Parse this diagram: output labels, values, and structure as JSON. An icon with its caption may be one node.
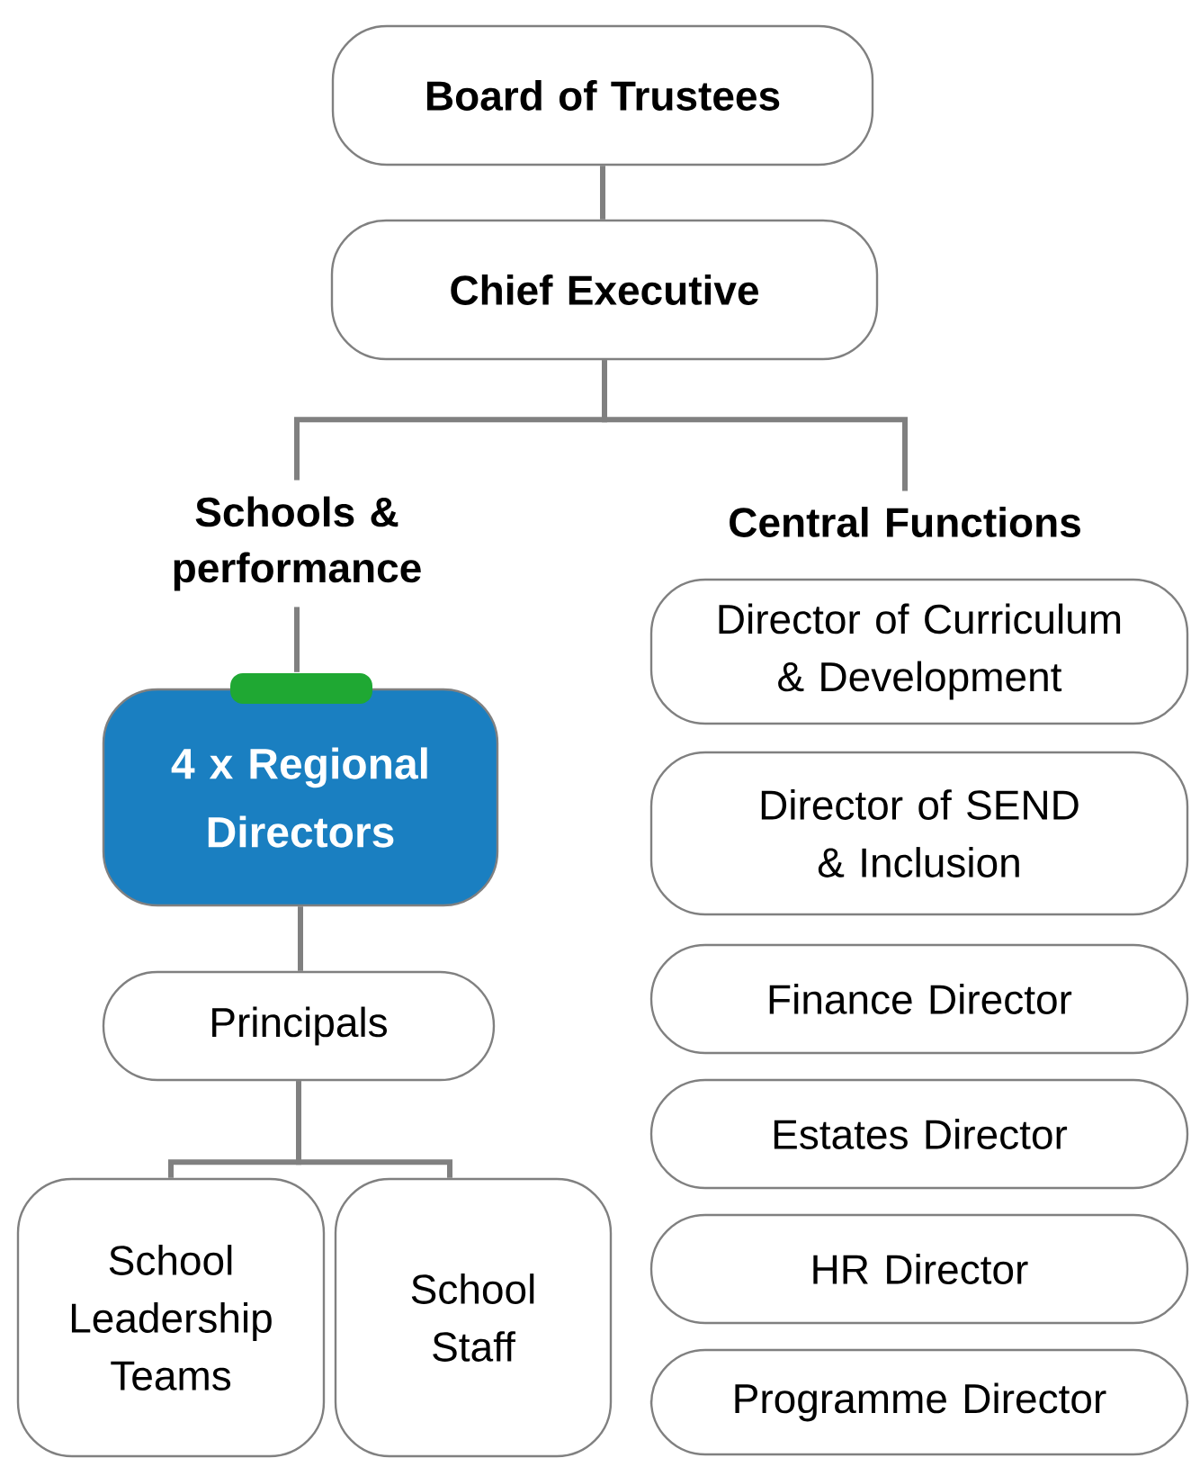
{
  "diagram": {
    "nodes": [
      {
        "text": [
          "Board of Trustees"
        ]
      },
      {
        "text": [
          "Chief Executive"
        ]
      },
      {
        "text": [
          "Schools & performance"
        ]
      },
      {
        "text": [
          "Central Functions"
        ]
      },
      {
        "text": [
          "Director of Curriculum & Development"
        ]
      },
      {
        "text": [
          "Director of SEND & Inclusion"
        ]
      },
      {
        "text": [
          "Finance Director"
        ]
      },
      {
        "text": [
          "Estates Director"
        ]
      },
      {
        "text": [
          "HR Director"
        ]
      },
      {
        "text": [
          "Programme Director"
        ]
      },
      {
        "text": [
          "4 x Regional Directors"
        ]
      },
      {
        "text": [
          "Principals"
        ]
      },
      {
        "text": [
          "School Leadership Teams"
        ]
      },
      {
        "text": [
          "School Staff"
        ]
      }
    ],
    "edges": [
      {
        "from": 0,
        "to": 1,
        "arrow": "none"
      },
      {
        "from": 1,
        "to": 2,
        "arrow": "none"
      },
      {
        "from": 1,
        "to": 3,
        "arrow": "none"
      },
      {
        "from": 2,
        "to": 10,
        "arrow": "none"
      },
      {
        "from": 10,
        "to": 11,
        "arrow": "none"
      },
      {
        "from": 11,
        "to": 12,
        "arrow": "none"
      },
      {
        "from": 11,
        "to": 13,
        "arrow": "none"
      }
    ]
  }
}
